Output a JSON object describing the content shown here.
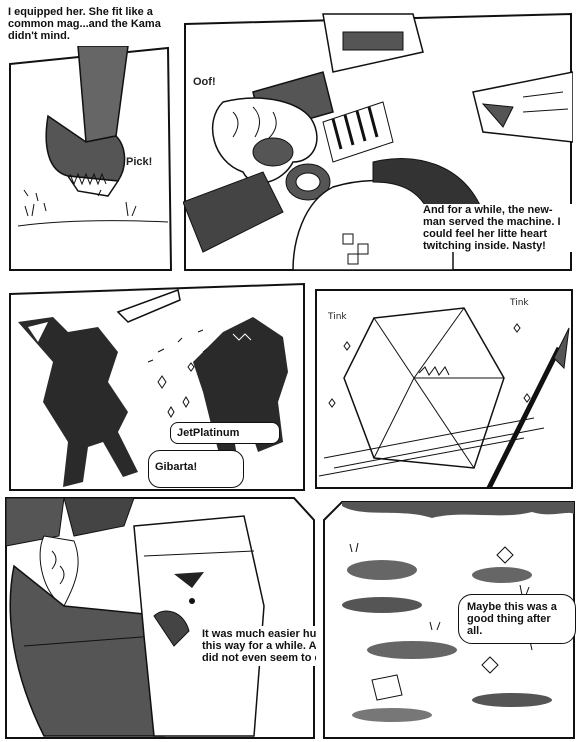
{
  "page": {
    "caption_top": "I equipped her. She fit like a common mag...and the Kama didn't mind."
  },
  "panels": {
    "p1": {
      "sfx": "Pick!"
    },
    "p2": {
      "sfx": "Oof!",
      "caption": "And for a while, the new-man served the machine. I could feel her litte heart twitching inside. Nasty!"
    },
    "p3": {
      "bubble_1": "JetPlatinum",
      "bubble_2": "Gibarta!"
    },
    "p4": {
      "sfx_left": "Tink",
      "sfx_right": "Tink"
    },
    "p5": {
      "caption": "It was much easier hunting this way for a while. And she did not even seem to care."
    },
    "p6": {
      "caption": "Maybe this was a good thing after all."
    }
  },
  "colors": {
    "ink": "#111111",
    "tone": "#555555",
    "dark": "#2a2a2a",
    "paper": "#ffffff"
  }
}
